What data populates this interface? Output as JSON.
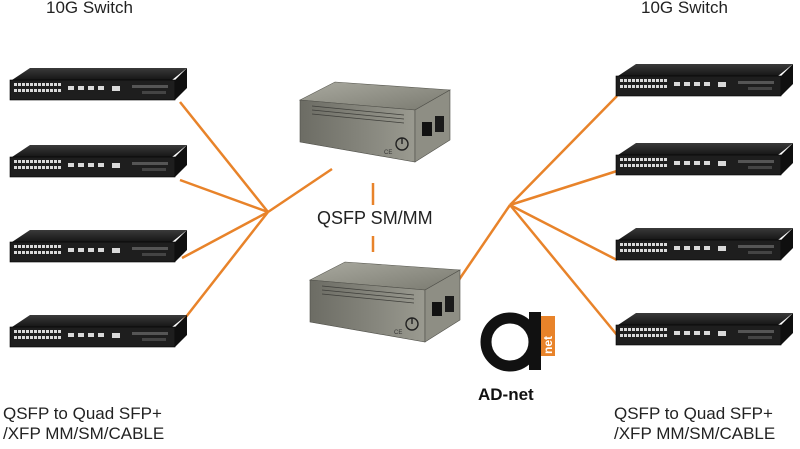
{
  "titles": {
    "left": "10G Switch",
    "right": "10G Switch"
  },
  "center_label": "QSFP SM/MM",
  "bottom_captions": {
    "left": [
      "QSFP to Quad SFP+",
      "/XFP MM/SM/CABLE"
    ],
    "right": [
      "QSFP to Quad SFP+",
      "/XFP MM/SM/CABLE"
    ]
  },
  "brand": {
    "logo_letters": "net",
    "name": "AD-net"
  },
  "colors": {
    "link": "#e8832a",
    "switch_body": "#1c1c1c",
    "converter_body": "#8a8a80",
    "logo_orange": "#e8832a"
  },
  "icons": [
    "network-switch-icon",
    "media-converter-icon",
    "ad-net-logo"
  ]
}
